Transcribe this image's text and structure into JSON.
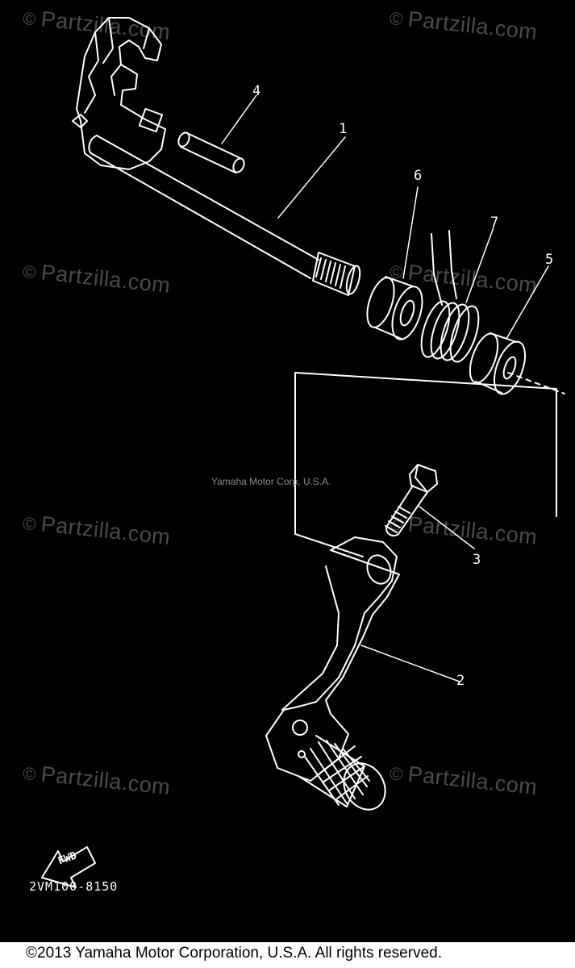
{
  "diagram": {
    "parts": [
      {
        "ref": "1"
      },
      {
        "ref": "2"
      },
      {
        "ref": "3"
      },
      {
        "ref": "4"
      },
      {
        "ref": "5"
      },
      {
        "ref": "6"
      },
      {
        "ref": "7"
      }
    ],
    "direction_label": "FWD",
    "diagram_code": "2VM100-8150",
    "center_mark": "Yamaha Motor Corp, U.S.A."
  },
  "watermark": {
    "symbol": "©",
    "text": "Partzilla.com"
  },
  "footer": {
    "copyright": "©2013  Yamaha Motor Corporation, U.S.A. All rights reserved."
  },
  "colors": {
    "background": "#000000",
    "line_art": "#ffffff",
    "watermark": "#4a4a4a",
    "footer_background": "#ffffff"
  }
}
